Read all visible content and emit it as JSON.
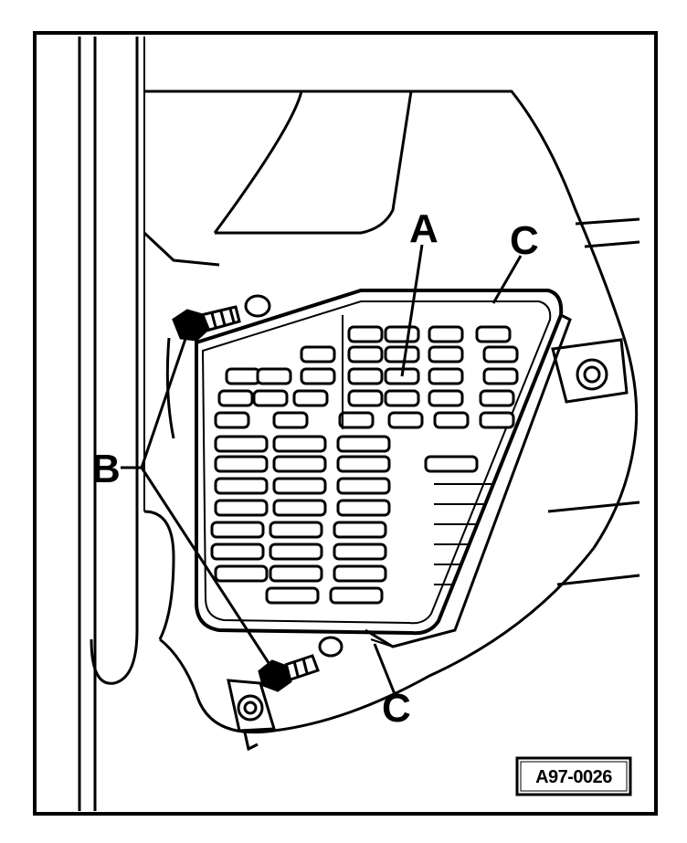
{
  "labels": {
    "a": "A",
    "b": "B",
    "c_top": "C",
    "c_bottom": "C"
  },
  "reference_code": "A97-0026",
  "colors": {
    "ink": "#000000",
    "paper": "#ffffff"
  }
}
